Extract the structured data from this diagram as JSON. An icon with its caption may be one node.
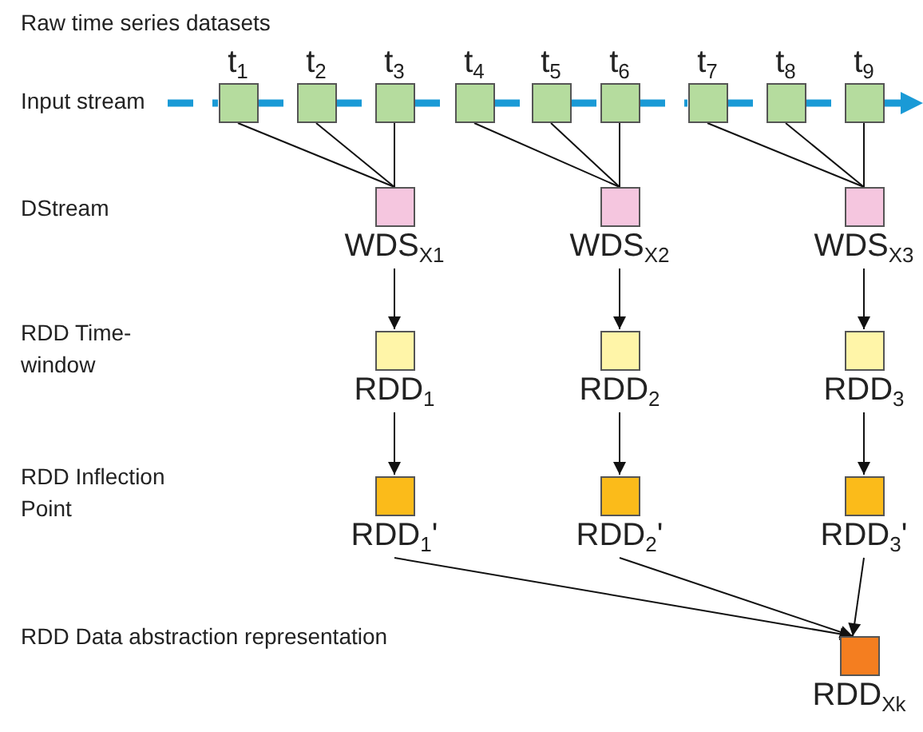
{
  "diagram": {
    "nodes": [
      {
        "text": [
          "t$_{1}$"
        ]
      },
      {
        "text": [
          "t$_{2}$"
        ]
      },
      {
        "text": [
          "t$_{3}$"
        ]
      },
      {
        "text": [
          "t$_{4}$"
        ]
      },
      {
        "text": [
          "t$_{5}$"
        ]
      },
      {
        "text": [
          "t$_{6}$"
        ]
      },
      {
        "text": [
          "t$_{7}$"
        ]
      },
      {
        "text": [
          "t$_{8}$"
        ]
      },
      {
        "text": [
          "t$_{9}$"
        ]
      },
      {
        "text": [
          "WDS$_{X1}$"
        ]
      },
      {
        "text": [
          "WDS$_{X2}$"
        ]
      },
      {
        "text": [
          "WDS$_{X3}$"
        ]
      },
      {
        "text": [
          "RDD$_{1}$"
        ]
      },
      {
        "text": [
          "RDD$_{2}$"
        ]
      },
      {
        "text": [
          "RDD$_{3}$"
        ]
      },
      {
        "text": [
          "RDD$_{1}$'"
        ]
      },
      {
        "text": [
          "RDD$_{2}$'"
        ]
      },
      {
        "text": [
          "RDD$_{3}$'"
        ]
      },
      {
        "text": [
          "RDD$_{Xk}$"
        ]
      }
    ],
    "edges": [
      {
        "from": null,
        "to": 0,
        "arrow": "none",
        "style": "dashed",
        "color": "#1a9ad6"
      },
      {
        "from": 0,
        "to": 1,
        "arrow": "none",
        "style": "dashed",
        "color": "#1a9ad6"
      },
      {
        "from": 1,
        "to": 2,
        "arrow": "none",
        "style": "dashed",
        "color": "#1a9ad6"
      },
      {
        "from": 2,
        "to": 3,
        "arrow": "none",
        "style": "dashed",
        "color": "#1a9ad6"
      },
      {
        "from": 3,
        "to": 4,
        "arrow": "none",
        "style": "dashed",
        "color": "#1a9ad6"
      },
      {
        "from": 4,
        "to": 5,
        "arrow": "none",
        "style": "dashed",
        "color": "#1a9ad6"
      },
      {
        "from": 5,
        "to": 6,
        "arrow": "none",
        "style": "dashed",
        "color": "#1a9ad6"
      },
      {
        "from": 6,
        "to": 7,
        "arrow": "none",
        "style": "dashed",
        "color": "#1a9ad6"
      },
      {
        "from": 7,
        "to": 8,
        "arrow": "none",
        "style": "dashed",
        "color": "#1a9ad6"
      },
      {
        "from": 8,
        "to": null,
        "arrow": "to",
        "style": "dashed",
        "color": "#1a9ad6"
      },
      {
        "from": 0,
        "to": 9,
        "arrow": "none"
      },
      {
        "from": 1,
        "to": 9,
        "arrow": "none"
      },
      {
        "from": 2,
        "to": 9,
        "arrow": "none"
      },
      {
        "from": 3,
        "to": 10,
        "arrow": "none"
      },
      {
        "from": 4,
        "to": 10,
        "arrow": "none"
      },
      {
        "from": 5,
        "to": 10,
        "arrow": "none"
      },
      {
        "from": 6,
        "to": 11,
        "arrow": "none"
      },
      {
        "from": 7,
        "to": 11,
        "arrow": "none"
      },
      {
        "from": 8,
        "to": 11,
        "arrow": "none"
      },
      {
        "from": 9,
        "to": 12,
        "arrow": "to"
      },
      {
        "from": 10,
        "to": 13,
        "arrow": "to"
      },
      {
        "from": 11,
        "to": 14,
        "arrow": "to"
      },
      {
        "from": 12,
        "to": 15,
        "arrow": "to"
      },
      {
        "from": 13,
        "to": 16,
        "arrow": "to"
      },
      {
        "from": 14,
        "to": 17,
        "arrow": "to"
      },
      {
        "from": 15,
        "to": 18,
        "arrow": "to"
      },
      {
        "from": 16,
        "to": 18,
        "arrow": "to"
      },
      {
        "from": 17,
        "to": 18,
        "arrow": "to"
      }
    ],
    "labels": [
      "Raw time series datasets",
      "Input stream",
      "DStream",
      "RDD Time-window",
      "RDD Inflection Point",
      "RDD Data abstraction representation"
    ]
  }
}
